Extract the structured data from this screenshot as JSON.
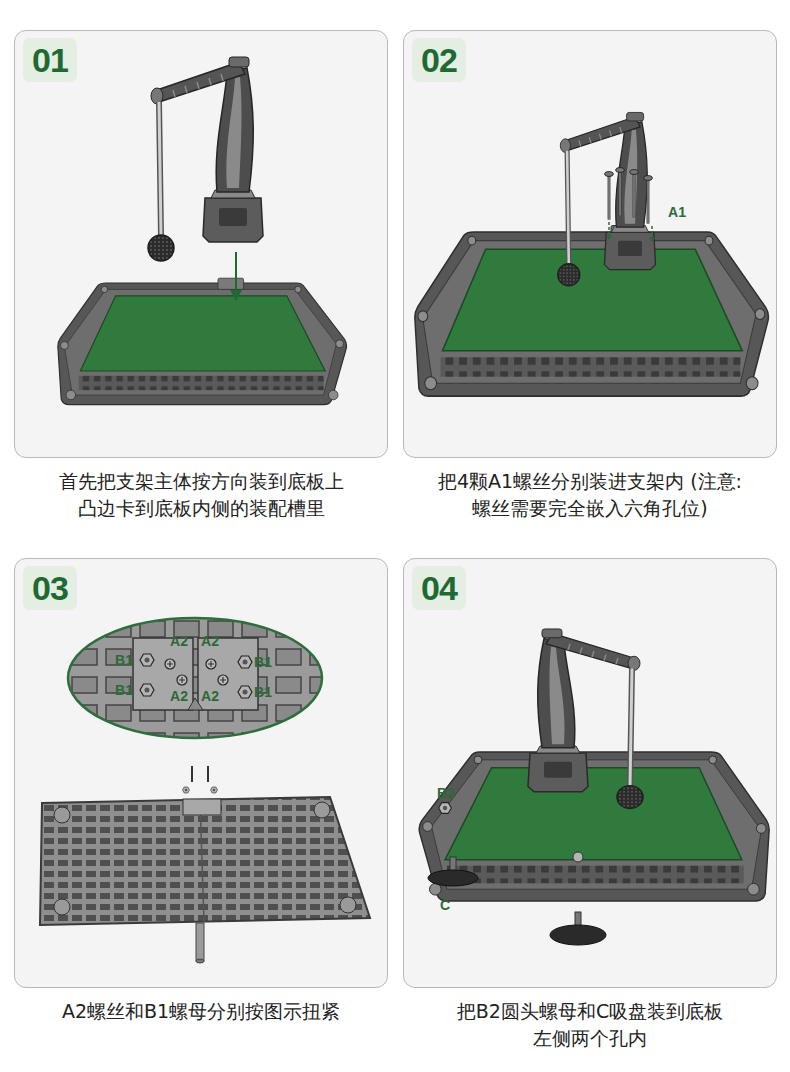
{
  "diagram": {
    "nodes": [
      {
        "text": [
          "01",
          "首先把支架主体按方向装到底板上 凸边卡到底板内侧的装配槽里"
        ]
      },
      {
        "text": [
          "02",
          "把4颗A1螺丝分别装进支架内 (注意:螺丝需要完全嵌入六角孔位)"
        ]
      },
      {
        "text": [
          "03",
          "A2螺丝和B1螺母分别按图示扭紧"
        ]
      },
      {
        "text": [
          "04",
          "把B2圆头螺母和C吸盘装到底板 左侧两个孔内"
        ]
      }
    ],
    "labels": [
      "A1",
      "A2",
      "A2",
      "B1",
      "B1",
      "B1",
      "A2",
      "A2",
      "B1",
      "B2",
      "C"
    ]
  }
}
